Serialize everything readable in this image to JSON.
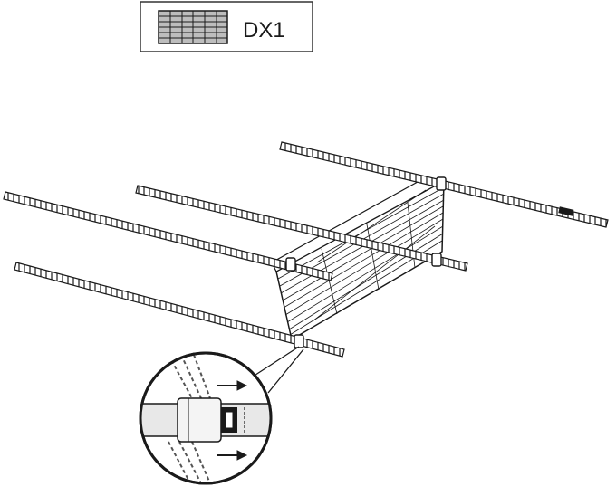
{
  "part_legend": {
    "part_code": "DX1",
    "part_icon": "wire-shelf-icon"
  },
  "assembly": {
    "posts": [
      "post",
      "post",
      "post",
      "post"
    ],
    "shelf": "wire-shelf",
    "detail": {
      "icon": "magnifier-detail-icon",
      "arrows": [
        "arrow-right-icon",
        "arrow-right-icon"
      ]
    }
  },
  "colors": {
    "line": "#1a1a1a",
    "box_border": "#333333",
    "icon_fill": "#bdbdbd"
  }
}
